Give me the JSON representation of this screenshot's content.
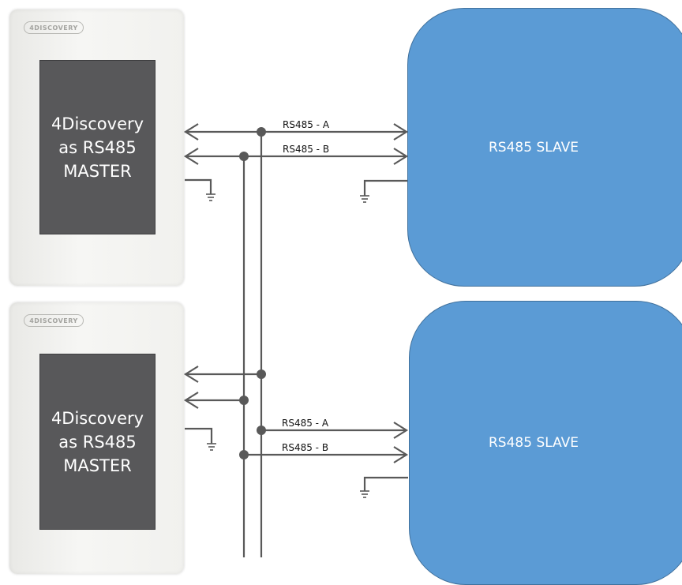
{
  "devices": [
    {
      "logo": "4DISCOVERY",
      "screen_text": "4Discovery\nas RS485\nMASTER"
    },
    {
      "logo": "4DISCOVERY",
      "screen_text": "4Discovery\nas RS485\nMASTER"
    }
  ],
  "slaves": [
    {
      "label": "RS485 SLAVE"
    },
    {
      "label": "RS485 SLAVE"
    }
  ],
  "bus_labels": {
    "top_a": "RS485 - A",
    "top_b": "RS485 - B",
    "bottom_a": "RS485 - A",
    "bottom_b": "RS485 - B"
  },
  "colors": {
    "slave_fill": "#5b9bd5",
    "screen_fill": "#58585a",
    "wire": "#595959"
  }
}
